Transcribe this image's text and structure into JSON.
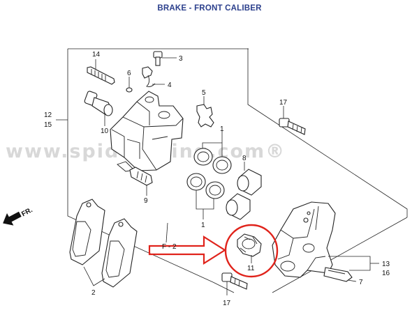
{
  "title": "BRAKE - FRONT CALIBER",
  "watermark": "www.spidoracing.com®",
  "front_marker": "FR.",
  "callouts": {
    "c1": "1",
    "c1b": "1",
    "c2": "2",
    "c3": "3",
    "c4": "4",
    "c5": "5",
    "c6": "6",
    "c7": "7",
    "c8": "8",
    "c9": "9",
    "c10": "10",
    "c11": "11",
    "c12": "12",
    "c15": "15",
    "c13": "13",
    "c16": "16",
    "c14": "14",
    "c17a": "17",
    "c17b": "17",
    "f2": "F - 2"
  },
  "colors": {
    "highlight": "#e0231b",
    "title": "#2b3f8c",
    "line": "#222222",
    "watermark": "#d8d8d8"
  }
}
